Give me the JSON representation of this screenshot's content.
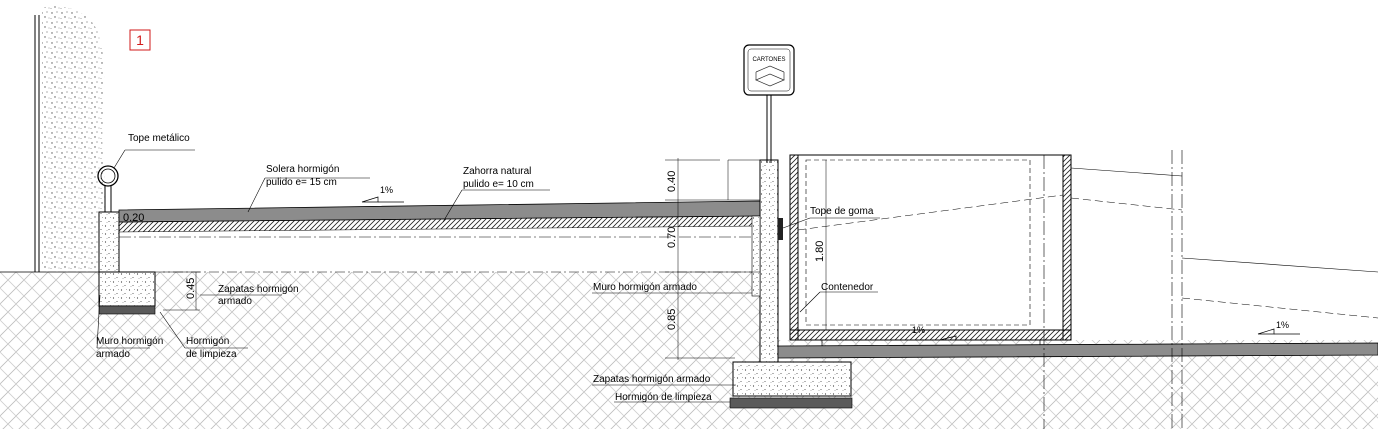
{
  "section_number": "1",
  "sign_label": "CARTONES",
  "labels": {
    "tope_metalico": "Tope metálico",
    "solera_l1": "Solera hormigón",
    "solera_l2": "pulido e= 15 cm",
    "zahorra_l1": "Zahorra natural",
    "zahorra_l2": "pulido e= 10 cm",
    "tope_goma": "Tope de goma",
    "contenedor": "Contenedor",
    "muro_right": "Muro hormigón armado",
    "zapatas_left_l1": "Zapatas hormigón",
    "zapatas_left_l2": "armado",
    "muro_left_l1": "Muro hormigón",
    "muro_left_l2": "armado",
    "hormigon_left_l1": "Hormigón",
    "hormigon_left_l2": "de limpieza",
    "zapatas_right": "Zapatas hormigón armado",
    "hormigon_right": "Hormigón de limpieza"
  },
  "dimensions": {
    "wall_top_left": "0.20",
    "footing_left": "0.45",
    "upper": "0.40",
    "middle": "0.70",
    "lower": "0.85",
    "container_height": "1.80"
  },
  "slopes": {
    "upper_slab": "1%",
    "container_floor": "1%",
    "lower_slab": "1%"
  },
  "colors": {
    "line": "#000000",
    "slab": "#8c8c8c",
    "section_box": "#d11a1a",
    "ground_hatch": "#b9b9b9"
  }
}
